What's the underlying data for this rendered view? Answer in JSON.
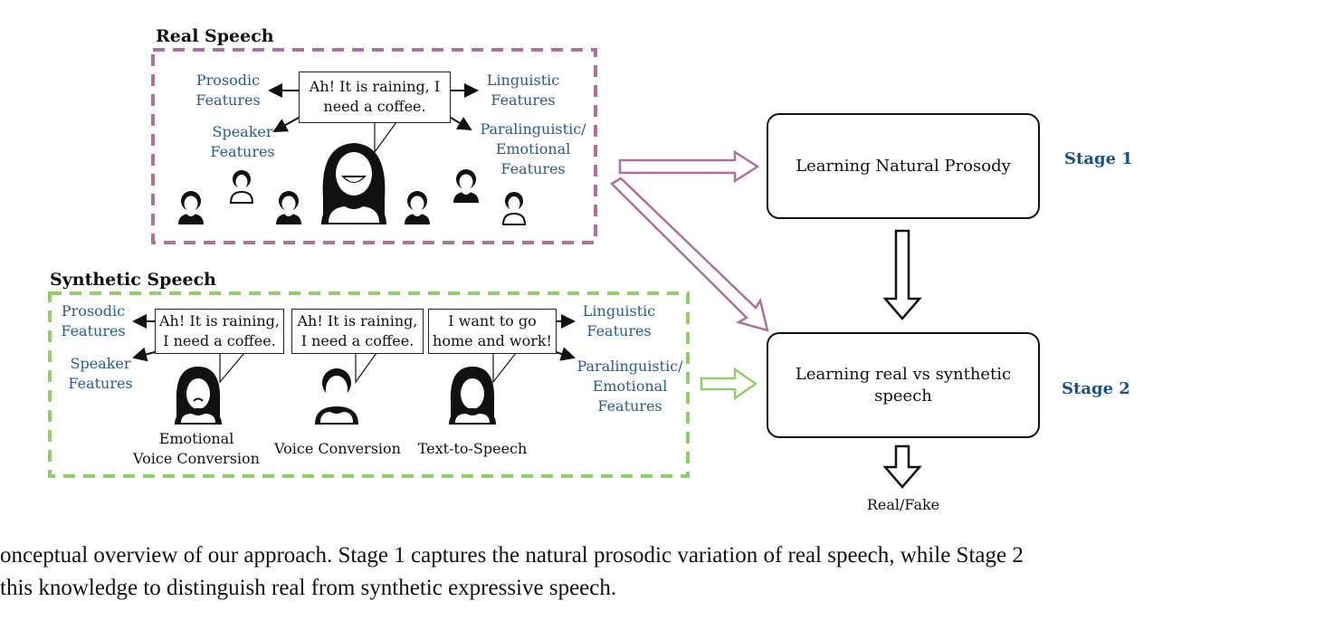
{
  "real_speech": {
    "title": "Real Speech",
    "bubble_text": "Ah! It is raining, I\nneed a coffee.",
    "features": {
      "prosodic": "Prosodic\nFeatures",
      "speaker": "Speaker\nFeatures",
      "linguistic": "Linguistic\nFeatures",
      "paralinguistic": "Paralinguistic/\nEmotional\nFeatures"
    },
    "border_color": "#b0709c"
  },
  "synthetic_speech": {
    "title": "Synthetic Speech",
    "features": {
      "prosodic": "Prosodic\nFeatures",
      "speaker": "Speaker\nFeatures",
      "linguistic": "Linguistic\nFeatures",
      "paralinguistic": "Paralinguistic/\nEmotional\nFeatures"
    },
    "methods": [
      {
        "bubble": "Ah! It is raining,\nI need a coffee.",
        "label": "Emotional\nVoice Conversion"
      },
      {
        "bubble": "Ah! It is raining,\nI need a coffee.",
        "label": "Voice Conversion"
      },
      {
        "bubble": "I want to go\nhome and work!",
        "label": "Text-to-Speech"
      }
    ],
    "border_color": "#8fcf6a"
  },
  "stages": [
    {
      "box_text": "Learning Natural Prosody",
      "label": "Stage 1"
    },
    {
      "box_text": "Learning real vs synthetic\nspeech",
      "label": "Stage 2"
    }
  ],
  "output_label": "Real/Fake",
  "caption": {
    "line1": "onceptual overview of our approach. Stage 1 captures the natural prosodic variation of real speech, while Stage 2",
    "line2": " this knowledge to distinguish real from synthetic expressive speech."
  },
  "colors": {
    "feature_text": "#2a5a94",
    "stage_label": "#1c4f8f",
    "real_arrow": "#b0709c",
    "synthetic_arrow": "#8fcf6a"
  }
}
